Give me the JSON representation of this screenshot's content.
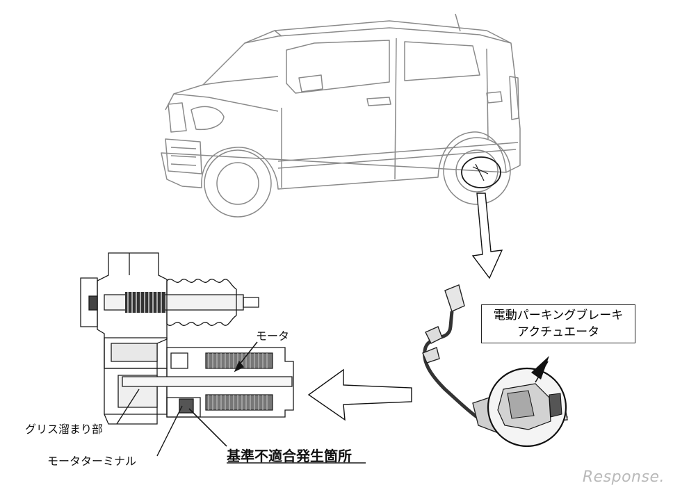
{
  "labels": {
    "actuator_line1": "電動パーキングブレーキ",
    "actuator_line2": "アクチュエータ",
    "motor": "モータ",
    "grease": "グリス溜まり部",
    "motor_terminal": "モータターミナル",
    "defect_location": "基準不適合発生箇所"
  },
  "watermark": "Response."
}
